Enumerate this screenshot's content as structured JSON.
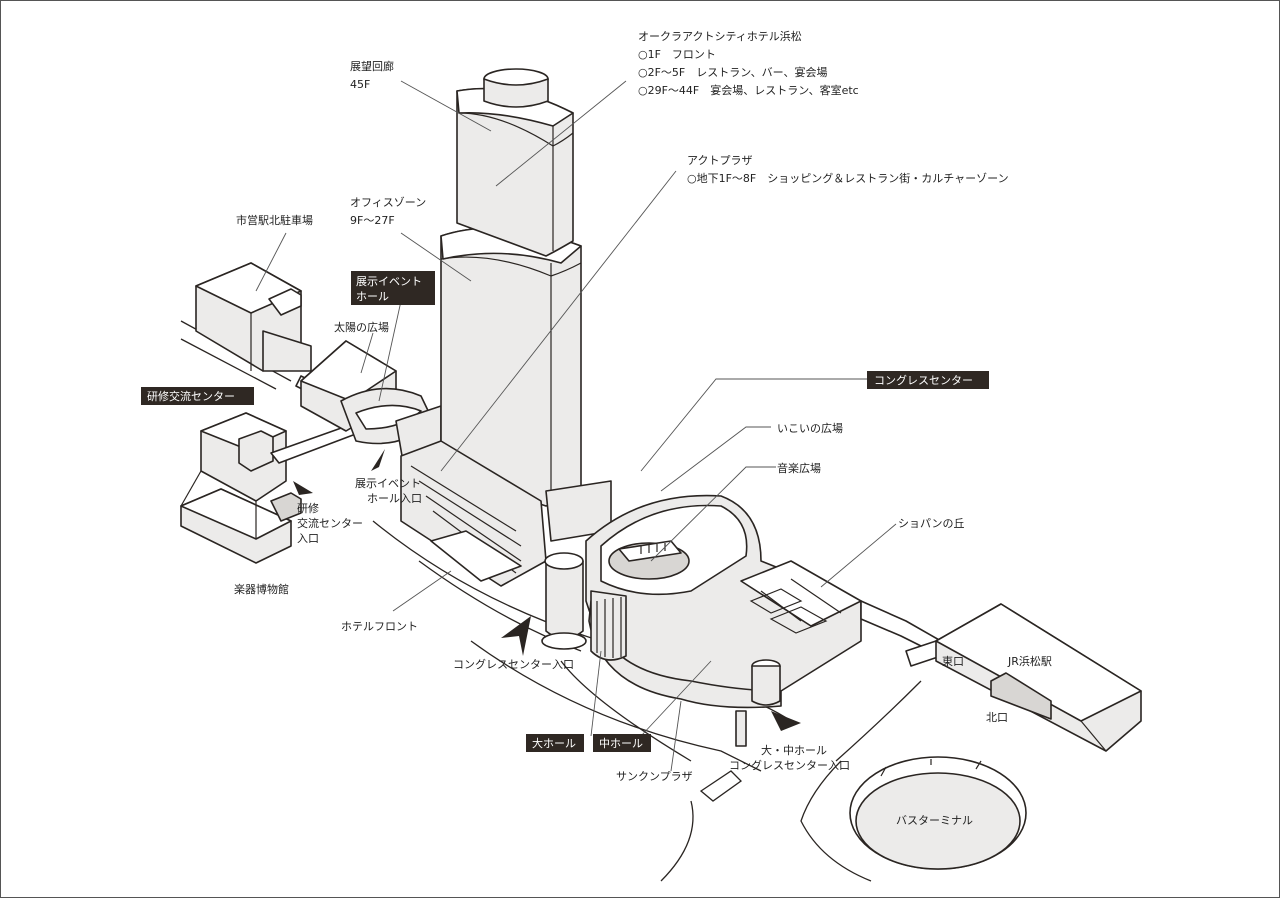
{
  "colors": {
    "line": "#2a2522",
    "building_fill": "#ecebea",
    "label_box": "#2f2823",
    "label_box_text": "#ffffff"
  },
  "labels": {
    "observation_deck": "展望回廊",
    "observation_floor": "45F",
    "hotel_title": "オークラアクトシティホテル浜松",
    "hotel_1f": "○1F　フロント",
    "hotel_2f": "○2F～5F　レストラン、バー、宴会場",
    "hotel_29f": "○29F～44F　宴会場、レストラン、客室etc",
    "act_plaza_title": "アクトプラザ",
    "act_plaza_floors": "○地下1F～8F　ショッピング＆レストラン街・カルチャーゾーン",
    "office_zone": "オフィスゾーン",
    "office_floors": "9F～27F",
    "city_parking": "市営駅北駐車場",
    "exhibition_hall": "展示イベント",
    "exhibition_hall_2": "ホール",
    "sun_plaza": "太陽の広場",
    "training_center": "研修交流センター",
    "congress_center": "コングレスセンター",
    "ikoi_plaza": "いこいの広場",
    "music_plaza": "音楽広場",
    "exhibition_entrance_1": "展示イベント",
    "exhibition_entrance_2": "ホール入口",
    "training_entrance_1": "研修",
    "training_entrance_2": "交流センター",
    "training_entrance_3": "入口",
    "chopin_hill": "ショパンの丘",
    "museum": "楽器博物館",
    "hotel_front": "ホテルフロント",
    "east_exit": "東口",
    "jr_station": "JR浜松駅",
    "congress_entrance": "コングレスセンター入口",
    "north_exit": "北口",
    "large_hall": "大ホール",
    "medium_hall": "中ホール",
    "hall_entrance_1": "大・中ホール",
    "hall_entrance_2": "コングレスセンター入口",
    "sunken_plaza": "サンクンプラザ",
    "bus_terminal": "バスターミナル"
  }
}
